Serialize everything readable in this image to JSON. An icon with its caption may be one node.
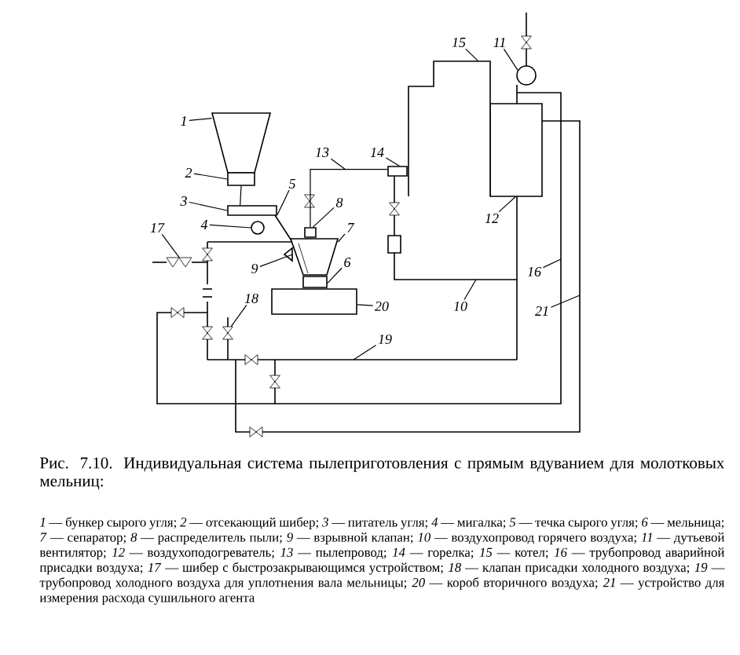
{
  "diagram": {
    "caption": "Рис. 7.10. Индивидуальная система пылеприготовления с прямым вдуванием для молотковых мельниц:",
    "nodes": [
      {
        "text": [
          "1"
        ]
      },
      {
        "text": [
          "2"
        ]
      },
      {
        "text": [
          "3"
        ]
      },
      {
        "text": [
          "4"
        ]
      },
      {
        "text": [
          "5"
        ]
      },
      {
        "text": [
          "6"
        ]
      },
      {
        "text": [
          "7"
        ]
      },
      {
        "text": [
          "8"
        ]
      },
      {
        "text": [
          "9"
        ]
      },
      {
        "text": [
          "10"
        ]
      },
      {
        "text": [
          "11"
        ]
      },
      {
        "text": [
          "12"
        ]
      },
      {
        "text": [
          "13"
        ]
      },
      {
        "text": [
          "14"
        ]
      },
      {
        "text": [
          "15"
        ]
      },
      {
        "text": [
          "16"
        ]
      },
      {
        "text": [
          "17"
        ]
      },
      {
        "text": [
          "18"
        ]
      },
      {
        "text": [
          "19"
        ]
      },
      {
        "text": [
          "20"
        ]
      },
      {
        "text": [
          "21"
        ]
      },
      {
        "text": [],
        "shape": "trapezoid"
      },
      {
        "text": [],
        "shape": "box"
      },
      {
        "text": [],
        "shape": "box"
      },
      {
        "text": [],
        "shape": "circle"
      },
      {
        "text": [],
        "shape": "box"
      },
      {
        "text": [],
        "shape": "trapezoid"
      },
      {
        "text": [],
        "shape": "box"
      },
      {
        "text": [],
        "shape": "circle"
      },
      {
        "text": [],
        "shape": "box"
      },
      {
        "text": [],
        "shape": "box"
      },
      {
        "text": [],
        "shape": "outline"
      },
      {
        "text": [],
        "shape": "box"
      },
      {
        "text": [],
        "shape": "triangle"
      },
      {
        "text": [],
        "shape": "valve"
      },
      {
        "text": [],
        "shape": "line"
      },
      {
        "text": [],
        "shape": "bowtie"
      }
    ],
    "edges": [
      {
        "from": 0,
        "to": 21,
        "arrow": "none"
      },
      {
        "from": 1,
        "to": 22,
        "arrow": "none"
      },
      {
        "from": 2,
        "to": 23,
        "arrow": "none"
      },
      {
        "from": 3,
        "to": 24,
        "arrow": "none"
      },
      {
        "from": 4,
        "to": 35,
        "arrow": "none"
      },
      {
        "from": 5,
        "to": 25,
        "arrow": "none"
      },
      {
        "from": 6,
        "to": 26,
        "arrow": "none"
      },
      {
        "from": 7,
        "to": 27,
        "arrow": "none"
      },
      {
        "from": 8,
        "to": 33,
        "arrow": "none"
      },
      {
        "from": 9,
        "to": null,
        "arrow": "none"
      },
      {
        "from": 10,
        "to": 28,
        "arrow": "none"
      },
      {
        "from": 11,
        "to": 29,
        "arrow": "none"
      },
      {
        "from": 12,
        "to": null,
        "arrow": "none"
      },
      {
        "from": 13,
        "to": 30,
        "arrow": "none"
      },
      {
        "from": 14,
        "to": 31,
        "arrow": "none"
      },
      {
        "from": 15,
        "to": null,
        "arrow": "none"
      },
      {
        "from": 16,
        "to": 34,
        "arrow": "none"
      },
      {
        "from": 17,
        "to": 36,
        "arrow": "none"
      },
      {
        "from": 18,
        "to": null,
        "arrow": "none"
      },
      {
        "from": 19,
        "to": 32,
        "arrow": "none"
      },
      {
        "from": 20,
        "to": null,
        "arrow": "none"
      },
      {
        "from": 22,
        "to": 23,
        "arrow": "none"
      },
      {
        "from": 27,
        "to": 30,
        "arrow": "none"
      }
    ],
    "labels": [
      "*1* — бункер сырого угля; *2* — отсекающий шибер; *3* — питатель угля; *4* — мигалка; *5* — течка сырого угля; *6* — мельница; *7* — сепаратор; *8* — распределитель пыли; *9* — взрывной клапан; *10* — воздухопровод горячего воздуха; *11* — дутьевой вентилятор; *12* — воздухоподогреватель; *13* — пылепровод; *14* — горелка; *15* — котел; *16* — трубопровод аварийной присадки воздуха; *17* — шибер с быстрозакрывающимся устройством; *18* — клапан присадки холодного воздуха; *19* — трубопровод холодного воздуха для уплотнения вала мельницы; *20* — короб вторичного воздуха; *21* — устройство для измерения расхода сушильного агента"
    ]
  }
}
